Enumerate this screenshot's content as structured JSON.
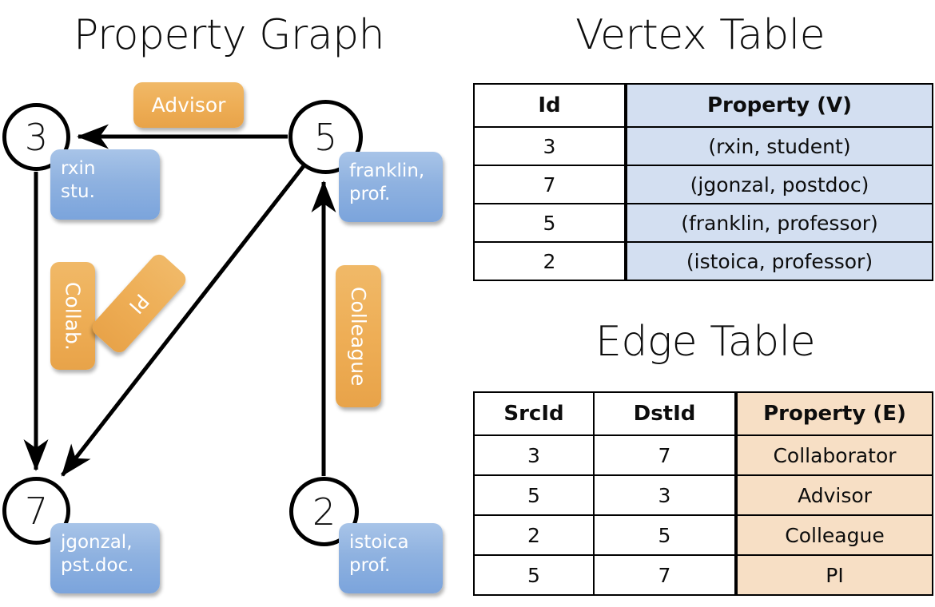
{
  "titles": {
    "property_graph": "Property Graph",
    "vertex_table": "Vertex Table",
    "edge_table": "Edge Table"
  },
  "graph": {
    "nodes": [
      {
        "id": "3",
        "name": "rxin",
        "role": "stu."
      },
      {
        "id": "5",
        "name": "franklin,",
        "role": "prof."
      },
      {
        "id": "7",
        "name": "jgonzal,",
        "role": "pst.doc."
      },
      {
        "id": "2",
        "name": "istoica",
        "role": "prof."
      }
    ],
    "edge_labels": [
      {
        "key": "advisor",
        "text": "Advisor"
      },
      {
        "key": "collab",
        "text": "Collab."
      },
      {
        "key": "pi",
        "text": "PI"
      },
      {
        "key": "colleague",
        "text": "Colleague"
      }
    ]
  },
  "vertex_table": {
    "headers": [
      "Id",
      "Property (V)"
    ],
    "rows": [
      [
        "3",
        "(rxin, student)"
      ],
      [
        "7",
        "(jgonzal, postdoc)"
      ],
      [
        "5",
        "(franklin, professor)"
      ],
      [
        "2",
        "(istoica, professor)"
      ]
    ]
  },
  "edge_table": {
    "headers": [
      "SrcId",
      "DstId",
      "Property (E)"
    ],
    "rows": [
      [
        "3",
        "7",
        "Collaborator"
      ],
      [
        "5",
        "3",
        "Advisor"
      ],
      [
        "2",
        "5",
        "Colleague"
      ],
      [
        "5",
        "7",
        "PI"
      ]
    ]
  },
  "colors": {
    "vertex_property_fill": "#d3dff1",
    "edge_property_fill": "#f7dfc5",
    "node_box_blue": "#8fb2e0",
    "edge_label_orange": "#eeae56",
    "stroke": "#000000"
  }
}
